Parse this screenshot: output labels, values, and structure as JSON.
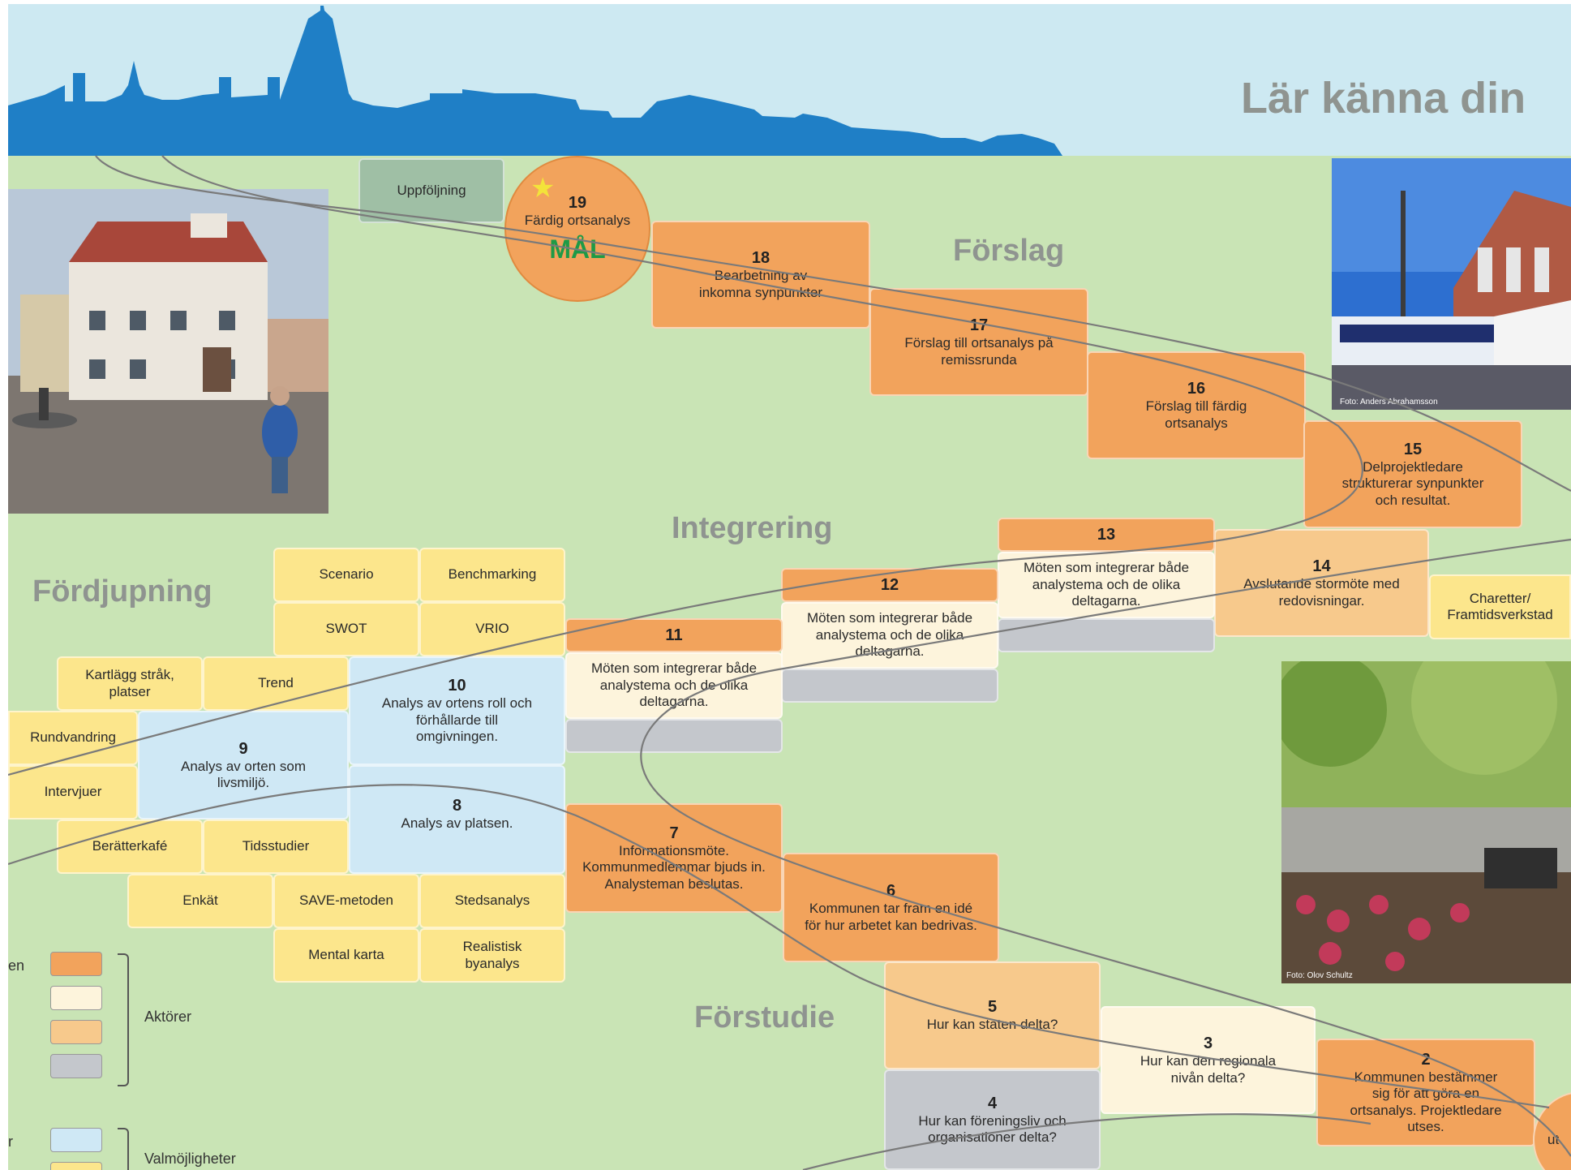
{
  "header_title": "Lär känna din",
  "section_headings": {
    "forslag": "Förslag",
    "integrering": "Integrering",
    "fordjupning": "Fördjupning",
    "forstudie": "Förstudie"
  },
  "goal": {
    "number": "19",
    "text": "Färdig ortsanalys",
    "label": "MÅL"
  },
  "followup": "Uppföljning",
  "steps": {
    "s18": {
      "number": "18",
      "text": "Bearbetning av inkomna synpunkter"
    },
    "s17": {
      "number": "17",
      "text": "Förslag till ortsanalys på remissrunda"
    },
    "s16": {
      "number": "16",
      "text": "Förslag till färdig ortsanalys"
    },
    "s15": {
      "number": "15",
      "text": "Delprojektledare strukturerar synpunkter och resultat."
    },
    "s14": {
      "number": "14",
      "text": "Avslutande stormöte med redovisningar."
    },
    "s13": {
      "number": "13",
      "text": "Möten som integrerar både analystema och de olika deltagarna."
    },
    "s12": {
      "number": "12",
      "text": "Möten som integrerar både analystema och de olika deltagarna."
    },
    "s11": {
      "number": "11",
      "text": "Möten som integrerar både analystema och de olika deltagarna."
    },
    "s10": {
      "number": "10",
      "text": "Analys av ortens roll och förhållarde till omgivningen."
    },
    "s9": {
      "number": "9",
      "text": "Analys av orten som livsmiljö."
    },
    "s8": {
      "number": "8",
      "text": "Analys av platsen."
    },
    "s7": {
      "number": "7",
      "text": "Informationsmöte. Kommunmedlemmar bjuds in. Analysteman beslutas."
    },
    "s6": {
      "number": "6",
      "text": "Kommunen tar fram en idé för hur arbetet kan bedrivas."
    },
    "s5": {
      "number": "5",
      "text": "Hur kan staten delta?"
    },
    "s4": {
      "number": "4",
      "text": "Hur kan föreningsliv och organisationer delta?"
    },
    "s3": {
      "number": "3",
      "text": "Hur kan den regionala nivån delta?"
    },
    "s2": {
      "number": "2",
      "text": "Kommunen bestämmer sig för att göra en ortsanalys. Projektledare utses."
    }
  },
  "methods": {
    "scenario": "Scenario",
    "benchmarking": "Benchmarking",
    "swot": "SWOT",
    "vrio": "VRIO",
    "kartlagg": "Kartlägg stråk, platser",
    "trend": "Trend",
    "rundvandring": "Rundvandring",
    "intervjuer": "Intervjuer",
    "berattarkafe": "Berätterkafé",
    "tidsstudier": "Tidsstudier",
    "enkat": "Enkät",
    "save": "SAVE-metoden",
    "stedsanalys": "Stedsanalys",
    "mentalkarta": "Mental karta",
    "realistisk": "Realistisk byanalys",
    "charetter": "Charetter/ Framtidsverkstad"
  },
  "photo_credits": {
    "train": "Foto: Anders Abrahamsson",
    "park": "Foto: Olov Schultz"
  },
  "legend": {
    "actors_label": "Aktörer",
    "options_label": "Valmöjligheter",
    "partial_en": "en",
    "partial_r": "r",
    "partial_ut": "ut"
  },
  "colors": {
    "dark_orange": "#f2a35c",
    "light_orange": "#f7c98c",
    "cream": "#fdf4dc",
    "grey": "#c4c7cc",
    "yellow": "#fce68c",
    "light_blue": "#cfe8f5",
    "skyline_blue": "#1f7fc6",
    "background_green": "#c9e4b5"
  }
}
